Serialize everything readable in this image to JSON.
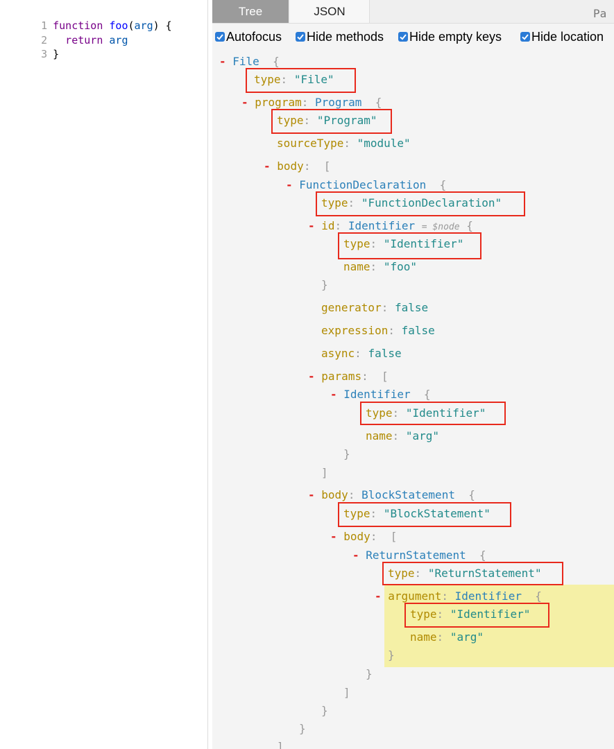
{
  "editor": {
    "lines": [
      {
        "num": "1",
        "t1": "function",
        "t2": " foo",
        "t3": "(",
        "t4": "arg",
        "t5": ") {"
      },
      {
        "num": "2",
        "t1": "  return",
        "t2": " arg"
      },
      {
        "num": "3",
        "t1": "}"
      }
    ]
  },
  "tabs": {
    "tree": "Tree",
    "json": "JSON",
    "truncated": "Pa"
  },
  "options": {
    "autofocus": "Autofocus",
    "hide_methods": "Hide methods",
    "hide_empty_keys": "Hide empty keys",
    "hide_location": "Hide location"
  },
  "tree": {
    "collapse": "-",
    "colon": ":",
    "open_brace": "{",
    "close_brace": "}",
    "open_bracket": "[",
    "close_bracket": "]",
    "file": "File",
    "type_key": "type",
    "file_type": "\"File\"",
    "program_key": "program",
    "program_type": "Program",
    "program_type_value": "\"Program\"",
    "source_type_key": "sourceType",
    "source_type_value": "\"module\"",
    "body_key": "body",
    "function_declaration": "FunctionDeclaration",
    "function_declaration_type": "\"FunctionDeclaration\"",
    "id_key": "id",
    "identifier": "Identifier",
    "node_note": "= $node",
    "identifier_type": "\"Identifier\"",
    "name_key": "name",
    "foo_value": "\"foo\"",
    "generator_key": "generator",
    "expression_key": "expression",
    "async_key": "async",
    "false_value": "false",
    "params_key": "params",
    "arg_value": "\"arg\"",
    "block_statement": "BlockStatement",
    "block_statement_type": "\"BlockStatement\"",
    "return_statement": "ReturnStatement",
    "return_statement_type": "\"ReturnStatement\"",
    "argument_key": "argument"
  },
  "colors": {
    "toggle": "#e02020",
    "key": "#b08a00",
    "string": "#218a8a",
    "type_name": "#2b80b9",
    "highlight": "#f5f0a6",
    "annotation_box": "#e8291c",
    "checkbox": "#2b7bd6"
  }
}
